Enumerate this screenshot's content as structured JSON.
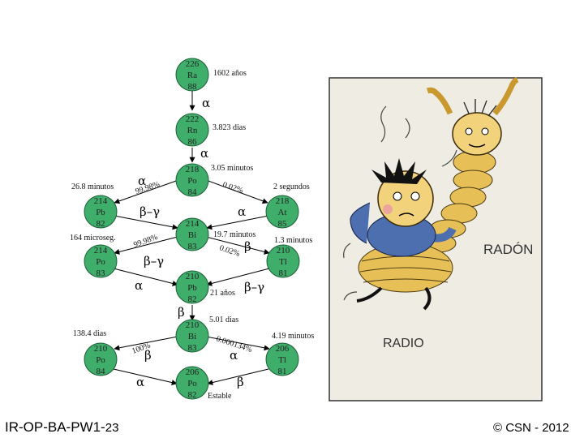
{
  "colors": {
    "node_fill": "#3fae6b",
    "node_stroke": "#1d5e37",
    "arrow": "#000000"
  },
  "nodes": {
    "ra226": {
      "mass": "226",
      "symbol": "Ra",
      "z": "88"
    },
    "rn222": {
      "mass": "222",
      "symbol": "Rn",
      "z": "86"
    },
    "po218": {
      "mass": "218",
      "symbol": "Po",
      "z": "84"
    },
    "pb214": {
      "mass": "214",
      "symbol": "Pb",
      "z": "82"
    },
    "at218": {
      "mass": "218",
      "symbol": "At",
      "z": "85"
    },
    "bi214": {
      "mass": "214",
      "symbol": "Bi",
      "z": "83"
    },
    "po214": {
      "mass": "214",
      "symbol": "Po",
      "z": "83"
    },
    "tl210": {
      "mass": "210",
      "symbol": "Tl",
      "z": "81"
    },
    "pb210": {
      "mass": "210",
      "symbol": "Pb",
      "z": "82"
    },
    "bi210": {
      "mass": "210",
      "symbol": "Bi",
      "z": "83"
    },
    "po210": {
      "mass": "210",
      "symbol": "Po",
      "z": "84"
    },
    "tl206": {
      "mass": "206",
      "symbol": "Tl",
      "z": "81"
    },
    "pb206": {
      "mass": "206",
      "symbol": "Po",
      "z": "82"
    }
  },
  "labels": {
    "ra_halflife": "1602 años",
    "rn_halflife": "3.823 dias",
    "po218_halflife": "3.05 minutos",
    "pb214_halflife": "26.8 minutos",
    "at218_halflife": "2 segundos",
    "bi214_halflife": "19.7 minutos",
    "po214_halflife": "164 microseg.",
    "tl210_halflife": "1.3 minutos",
    "pb210_halflife": "21 años",
    "bi210_halflife": "5.01 dias",
    "po210_halflife": "138.4 dias",
    "tl206_halflife": "4.19 minutos",
    "stable": "Estable",
    "pct_9998_a": "99.98%",
    "pct_002_a": "0.02%",
    "pct_9998_b": "99.98%",
    "pct_002_b": "0.02%",
    "pct_100": "100%",
    "pct_0000134": "0.000134%"
  },
  "symbols": {
    "alpha": "α",
    "beta": "β",
    "beta_gamma": "β–γ"
  },
  "illustration": {
    "label_radon": "RADÓN",
    "label_radio": "RADIO"
  },
  "footer": {
    "code": "IR-OP-BA-PW1-",
    "page": "23",
    "copyright": "© CSN - 2012"
  }
}
